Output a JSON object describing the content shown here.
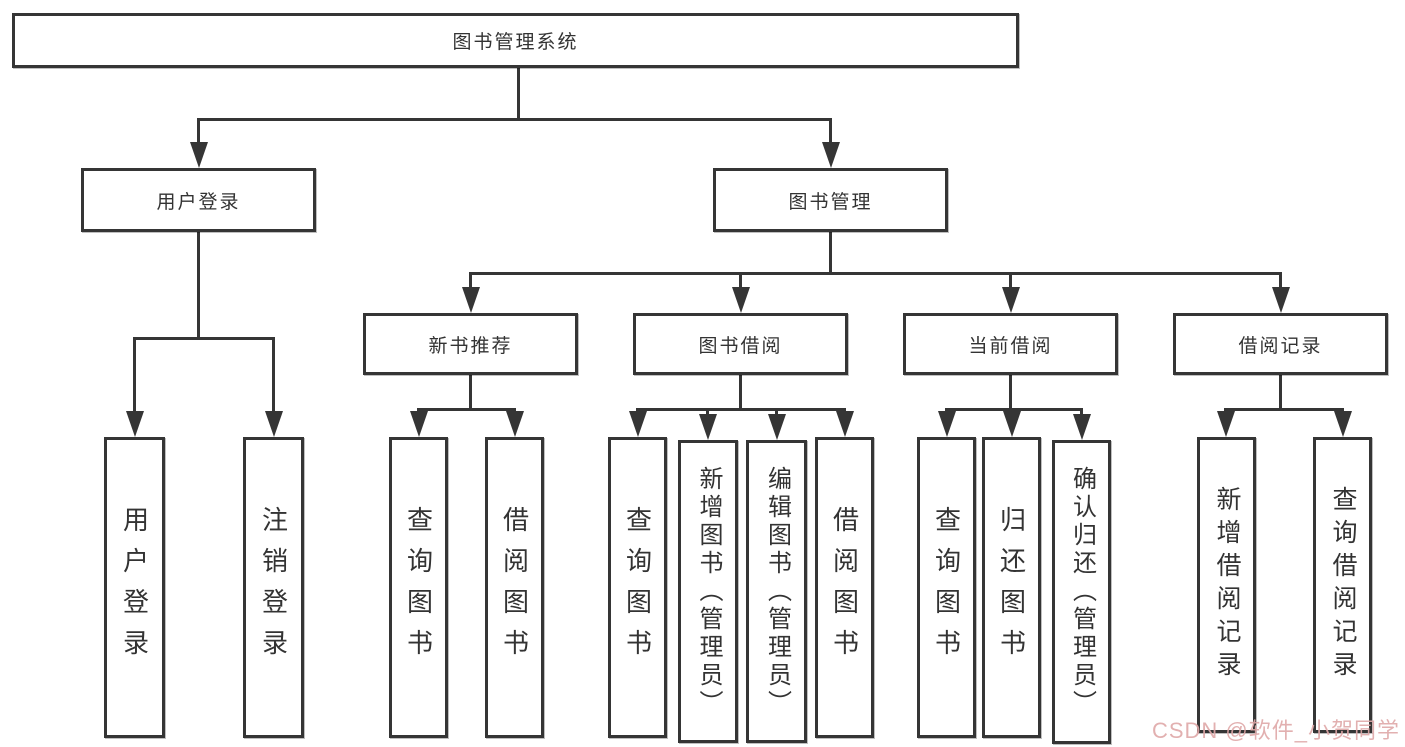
{
  "tree": {
    "label": "图书管理系统",
    "children": [
      {
        "label": "用户登录",
        "children": [
          "用户登录",
          "注销登录"
        ]
      },
      {
        "label": "图书管理",
        "children": [
          {
            "label": "新书推荐",
            "children": [
              "查询图书",
              "借阅图书"
            ]
          },
          {
            "label": "图书借阅",
            "children": [
              "查询图书",
              "新增图书（管理员）",
              "编辑图书（管理员）",
              "借阅图书"
            ]
          },
          {
            "label": "当前借阅",
            "children": [
              "查询图书",
              "归还图书",
              "确认归还（管理员）"
            ]
          },
          {
            "label": "借阅记录",
            "children": [
              "新增借阅记录",
              "查询借阅记录"
            ]
          }
        ]
      }
    ]
  },
  "watermark": "CSDN @软件_小贺同学",
  "colors": {
    "line": "#353535",
    "box_border": "#353535",
    "box_fill": "#ffffff",
    "text": "#333333",
    "watermark": "#dfa8a8",
    "background": "#ffffff"
  }
}
